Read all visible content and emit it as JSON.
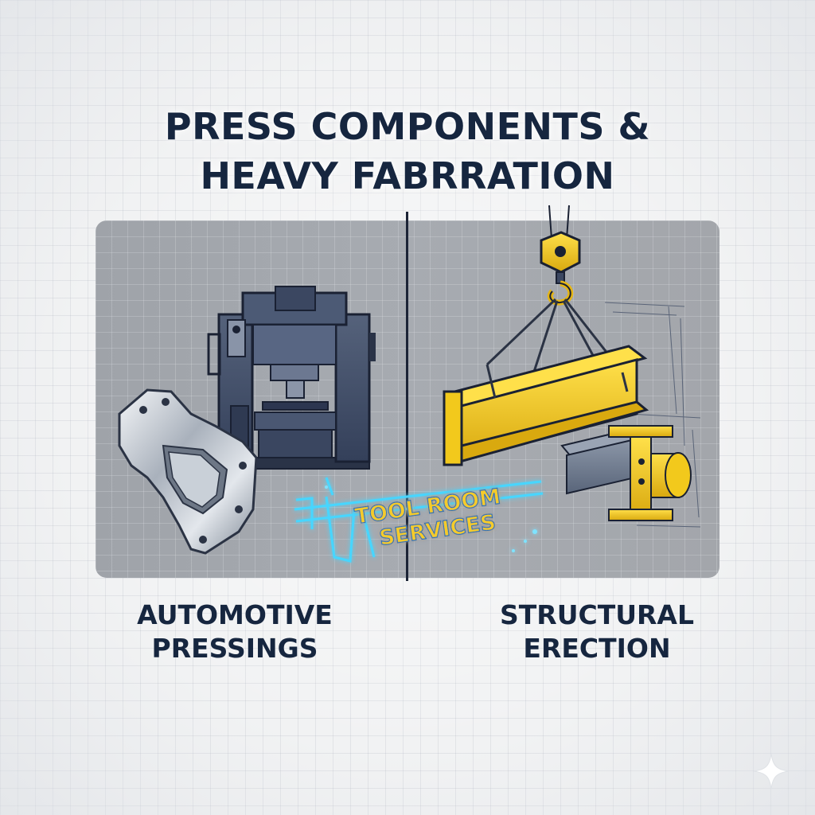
{
  "title": {
    "line1": "PRESS COMPONENTS &",
    "line2": "HEAVY FABRRATION"
  },
  "badge": {
    "line1": "TOOL ROOM",
    "line2": "SERVICES"
  },
  "captions": {
    "left": {
      "line1": "AUTOMOTIVE",
      "line2": "PRESSINGS"
    },
    "right": {
      "line1": "STRUCTURAL",
      "line2": "ERECTION"
    }
  },
  "colors": {
    "title_text": "#16263f",
    "panel_gray": "#a5a9ae",
    "machine_blue": "#3e4c66",
    "beam_yellow": "#f2c91c",
    "glow_cyan": "#3ad0ff"
  },
  "icons": [
    "hydraulic-press-icon",
    "metal-bracket-icon",
    "crane-hook-icon",
    "steel-i-beam-icon",
    "caliper-icon",
    "sparkle-icon"
  ]
}
